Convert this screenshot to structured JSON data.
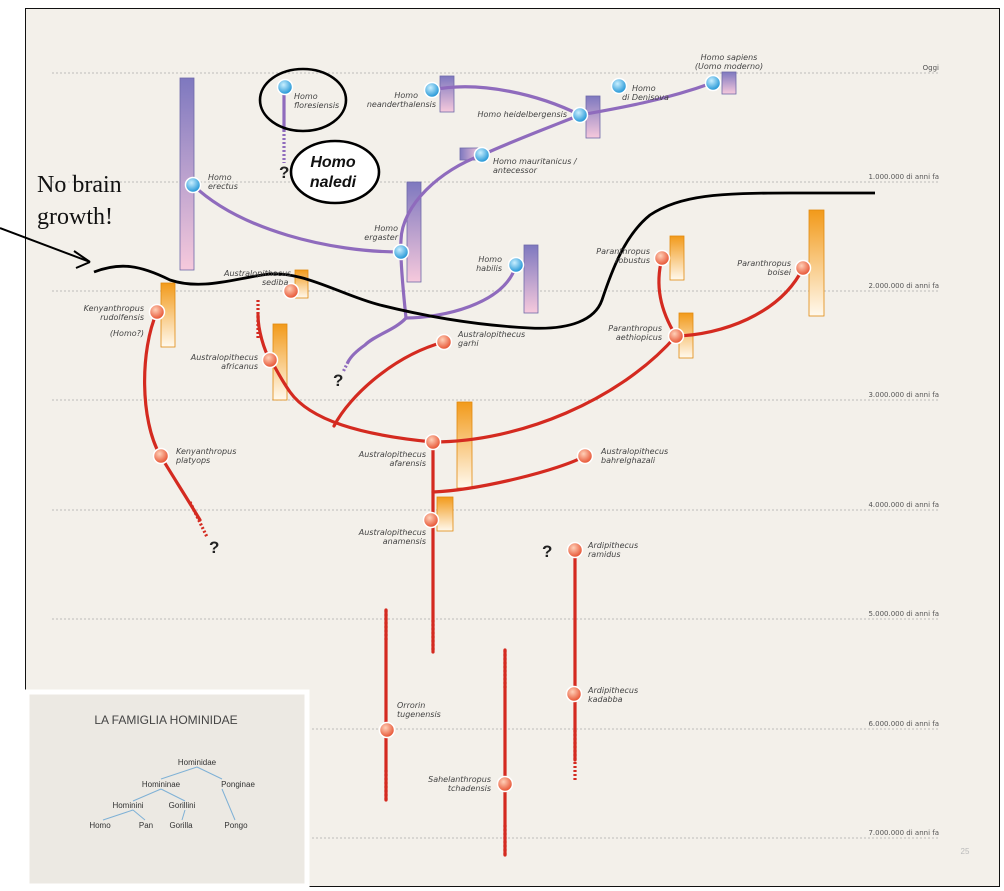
{
  "timeline": [
    {
      "label": "Oggi"
    },
    {
      "label": "1.000.000 di anni fa"
    },
    {
      "label": "2.000.000 di anni fa"
    },
    {
      "label": "3.000.000 di anni fa"
    },
    {
      "label": "4.000.000 di anni fa"
    },
    {
      "label": "5.000.000 di anni fa"
    },
    {
      "label": "6.000.000 di anni fa"
    },
    {
      "label": "7.000.000 di anni fa"
    }
  ],
  "species": {
    "homo_sapiens": [
      "Homo sapiens",
      "(Uomo moderno)"
    ],
    "homo_denisova": [
      "Homo",
      "di Denisova"
    ],
    "homo_floresiensis": [
      "Homo",
      "floresiensis"
    ],
    "homo_neanderthalensis": [
      "Homo",
      "neanderthalensis"
    ],
    "homo_heidelbergensis": [
      "Homo heidelbergensis"
    ],
    "homo_mauritanicus": [
      "Homo mauritanicus /",
      "antecessor"
    ],
    "homo_erectus": [
      "Homo",
      "erectus"
    ],
    "homo_ergaster": [
      "Homo",
      "ergaster"
    ],
    "homo_habilis": [
      "Homo",
      "habilis"
    ],
    "au_sediba": [
      "Australopithecus",
      "sediba"
    ],
    "kenyanthropus_rudolfensis": [
      "Kenyanthropus",
      "rudolfensis",
      "(Homo?)"
    ],
    "au_africanus": [
      "Australopithecus",
      "africanus"
    ],
    "au_garhi": [
      "Australopithecus",
      "garhi"
    ],
    "paranthropus_robustus": [
      "Paranthropus",
      "robustus"
    ],
    "paranthropus_boisei": [
      "Paranthropus",
      "boisei"
    ],
    "paranthropus_aethiopicus": [
      "Paranthropus",
      "aethiopicus"
    ],
    "au_afarensis": [
      "Australopithecus",
      "afarensis"
    ],
    "au_bahrelghazali": [
      "Australopithecus",
      "bahrelghazali"
    ],
    "kenyanthropus_platyops": [
      "Kenyanthropus",
      "platyops"
    ],
    "au_anamensis": [
      "Australopithecus",
      "anamensis"
    ],
    "ardipithecus_ramidus": [
      "Ardipithecus",
      "ramidus"
    ],
    "ardipithecus_kadabba": [
      "Ardipithecus",
      "kadabba"
    ],
    "orrorin": [
      "Orrorin",
      "tugenensis"
    ],
    "sahelanthropus": [
      "Sahelanthropus",
      "tchadensis"
    ]
  },
  "question_mark": "?",
  "annotation": {
    "line1": "No brain",
    "line2": "growth!"
  },
  "naledi": {
    "line1": "Homo",
    "line2": "naledi"
  },
  "legend": {
    "title": "LA FAMIGLIA HOMINIDAE",
    "hominidae": "Hominidae",
    "homininae": "Homininae",
    "ponginae": "Ponginae",
    "hominini": "Hominini",
    "gorillini": "Gorillini",
    "homo": "Homo",
    "pan": "Pan",
    "gorilla": "Gorilla",
    "pongo": "Pongo"
  },
  "page_number": "25",
  "colors": {
    "homo_branch": "#8f6bbd",
    "australopith_branch": "#d42a20",
    "homo_node": "#3aa6e0",
    "australopith_node": "#ee6648",
    "range_bar_homo": "#9c86c6",
    "range_bar_australopith": "#f0a020",
    "annotation_line": "#000000"
  }
}
